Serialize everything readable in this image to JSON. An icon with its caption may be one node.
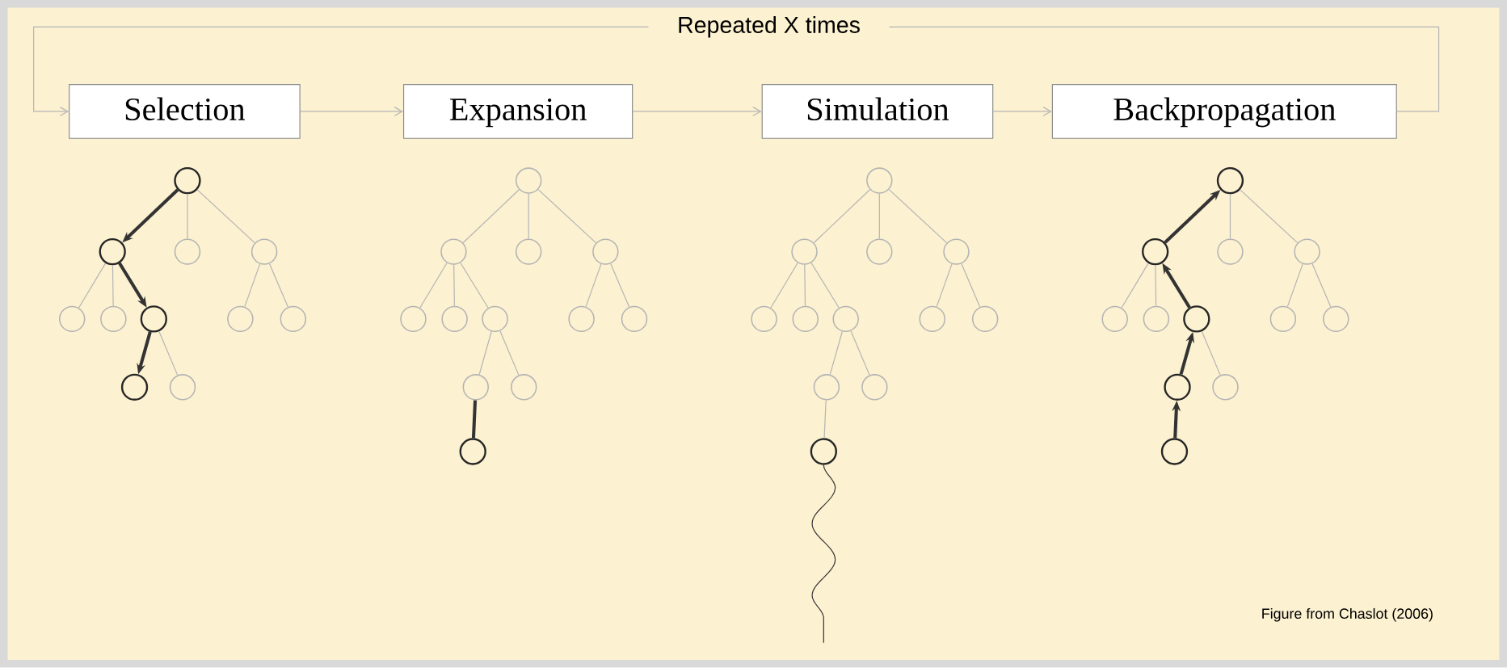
{
  "diagram": {
    "nodes": [
      {
        "text": [
          "Selection"
        ]
      },
      {
        "text": [
          "Expansion"
        ]
      },
      {
        "text": [
          "Simulation"
        ]
      },
      {
        "text": [
          "Backpropagation"
        ]
      },
      {
        "text": [],
        "shape": "circle"
      },
      {
        "text": [],
        "shape": "circle"
      },
      {
        "text": [],
        "shape": "circle"
      },
      {
        "text": [],
        "shape": "circle"
      },
      {
        "text": [],
        "shape": "circle"
      },
      {
        "text": [],
        "shape": "circle"
      },
      {
        "text": [],
        "shape": "circle"
      },
      {
        "text": [],
        "shape": "circle"
      },
      {
        "text": [],
        "shape": "circle"
      },
      {
        "text": [],
        "shape": "circle"
      },
      {
        "text": [],
        "shape": "circle"
      },
      {
        "text": [],
        "shape": "circle"
      },
      {
        "text": [],
        "shape": "circle"
      },
      {
        "text": [],
        "shape": "circle"
      },
      {
        "text": [],
        "shape": "circle"
      },
      {
        "text": [],
        "shape": "circle"
      },
      {
        "text": [],
        "shape": "circle"
      },
      {
        "text": [],
        "shape": "circle"
      },
      {
        "text": [],
        "shape": "circle"
      },
      {
        "text": [],
        "shape": "circle"
      },
      {
        "text": [],
        "shape": "circle"
      },
      {
        "text": [],
        "shape": "circle"
      },
      {
        "text": [],
        "shape": "circle"
      },
      {
        "text": [],
        "shape": "circle"
      },
      {
        "text": [],
        "shape": "circle"
      },
      {
        "text": [],
        "shape": "circle"
      },
      {
        "text": [],
        "shape": "circle"
      },
      {
        "text": [],
        "shape": "circle"
      },
      {
        "text": [],
        "shape": "circle"
      },
      {
        "text": [],
        "shape": "circle"
      },
      {
        "text": [],
        "shape": "circle"
      },
      {
        "text": [],
        "shape": "circle"
      },
      {
        "text": [],
        "shape": "circle"
      },
      {
        "text": [],
        "shape": "circle"
      },
      {
        "text": [],
        "shape": "circle"
      },
      {
        "text": [],
        "shape": "circle"
      },
      {
        "text": [],
        "shape": "circle"
      },
      {
        "text": [],
        "shape": "circle"
      },
      {
        "text": [],
        "shape": "circle"
      },
      {
        "text": [],
        "shape": "circle"
      },
      {
        "text": [],
        "shape": "circle"
      },
      {
        "text": [],
        "shape": "circle"
      },
      {
        "text": [],
        "shape": "circle"
      },
      {
        "text": [],
        "shape": "circle"
      },
      {
        "text": [],
        "shape": "circle"
      },
      {
        "text": [],
        "shape": "circle"
      },
      {
        "text": [],
        "shape": "circle"
      }
    ],
    "edges": [
      {
        "from": 0,
        "to": 1,
        "arrow": "to"
      },
      {
        "from": 1,
        "to": 2,
        "arrow": "to"
      },
      {
        "from": 2,
        "to": 3,
        "arrow": "to"
      },
      {
        "from": 3,
        "to": 0,
        "arrow": "to",
        "label": "Repeated X times"
      },
      {
        "from": 4,
        "to": 5,
        "arrow": "to",
        "style": "thick",
        "color": "#333333"
      },
      {
        "from": 4,
        "to": 6,
        "arrow": "none"
      },
      {
        "from": 4,
        "to": 7,
        "arrow": "none"
      },
      {
        "from": 5,
        "to": 8,
        "arrow": "none"
      },
      {
        "from": 5,
        "to": 9,
        "arrow": "none"
      },
      {
        "from": 5,
        "to": 10,
        "arrow": "to",
        "style": "thick",
        "color": "#333333"
      },
      {
        "from": 7,
        "to": 11,
        "arrow": "none"
      },
      {
        "from": 7,
        "to": 12,
        "arrow": "none"
      },
      {
        "from": 10,
        "to": 13,
        "arrow": "to",
        "style": "thick",
        "color": "#333333"
      },
      {
        "from": 10,
        "to": 14,
        "arrow": "none"
      },
      {
        "from": 15,
        "to": 16,
        "arrow": "none"
      },
      {
        "from": 15,
        "to": 17,
        "arrow": "none"
      },
      {
        "from": 15,
        "to": 18,
        "arrow": "none"
      },
      {
        "from": 16,
        "to": 19,
        "arrow": "none"
      },
      {
        "from": 16,
        "to": 20,
        "arrow": "none"
      },
      {
        "from": 16,
        "to": 21,
        "arrow": "none"
      },
      {
        "from": 18,
        "to": 22,
        "arrow": "none"
      },
      {
        "from": 18,
        "to": 23,
        "arrow": "none"
      },
      {
        "from": 21,
        "to": 24,
        "arrow": "none"
      },
      {
        "from": 21,
        "to": 25,
        "arrow": "none"
      },
      {
        "from": 24,
        "to": 26,
        "arrow": "none",
        "style": "thick",
        "color": "#333333"
      },
      {
        "from": 27,
        "to": 28,
        "arrow": "none"
      },
      {
        "from": 27,
        "to": 29,
        "arrow": "none"
      },
      {
        "from": 27,
        "to": 30,
        "arrow": "none"
      },
      {
        "from": 28,
        "to": 31,
        "arrow": "none"
      },
      {
        "from": 28,
        "to": 32,
        "arrow": "none"
      },
      {
        "from": 28,
        "to": 33,
        "arrow": "none"
      },
      {
        "from": 30,
        "to": 34,
        "arrow": "none"
      },
      {
        "from": 30,
        "to": 35,
        "arrow": "none"
      },
      {
        "from": 33,
        "to": 36,
        "arrow": "none"
      },
      {
        "from": 33,
        "to": 37,
        "arrow": "none"
      },
      {
        "from": 36,
        "to": 38,
        "arrow": "none"
      },
      {
        "from": 38,
        "to": null,
        "arrow": "none",
        "color": "#333333"
      },
      {
        "from": 39,
        "to": 41,
        "arrow": "none"
      },
      {
        "from": 39,
        "to": 42,
        "arrow": "none"
      },
      {
        "from": 40,
        "to": 43,
        "arrow": "none"
      },
      {
        "from": 40,
        "to": 44,
        "arrow": "none"
      },
      {
        "from": 42,
        "to": 46,
        "arrow": "none"
      },
      {
        "from": 42,
        "to": 47,
        "arrow": "none"
      },
      {
        "from": 45,
        "to": 49,
        "arrow": "none"
      },
      {
        "from": 50,
        "to": 48,
        "arrow": "to",
        "style": "thick",
        "color": "#333333"
      },
      {
        "from": 48,
        "to": 45,
        "arrow": "to",
        "style": "thick",
        "color": "#333333"
      },
      {
        "from": 45,
        "to": 40,
        "arrow": "to",
        "style": "thick",
        "color": "#333333"
      },
      {
        "from": 40,
        "to": 39,
        "arrow": "to",
        "style": "thick",
        "color": "#333333"
      }
    ],
    "labels": [
      "Figure from Chaslot (2006)"
    ]
  }
}
